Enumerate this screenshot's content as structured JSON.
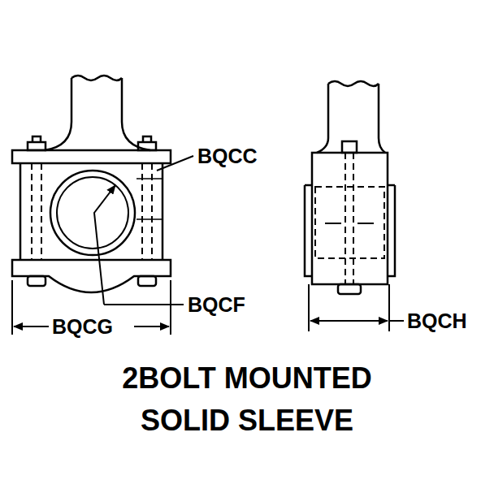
{
  "diagram": {
    "title": "2BOLT MOUNTED SOLID SLEEVE",
    "labels": [
      "BQCC",
      "BQCF",
      "BQCG",
      "BQCH"
    ]
  }
}
